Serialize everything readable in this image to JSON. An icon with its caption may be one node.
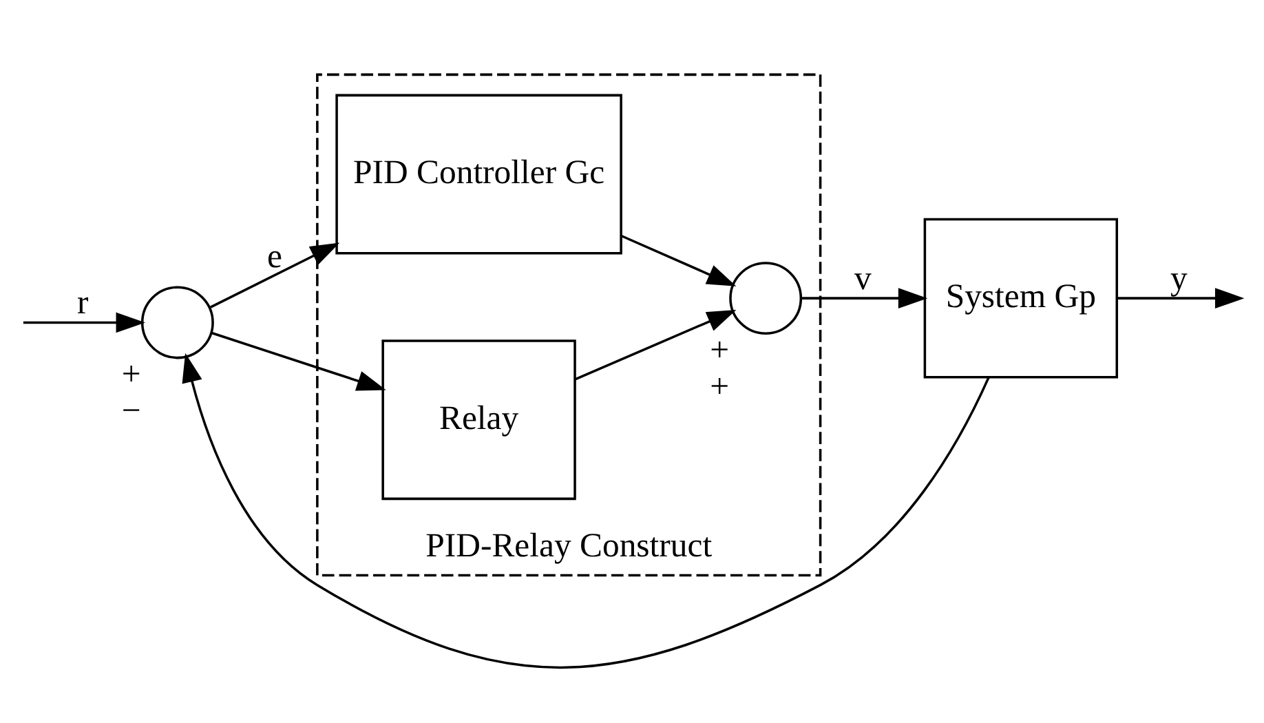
{
  "diagram": {
    "nodes": [
      {
        "text": [],
        "shape": "circle",
        "beside": [
          "+",
          "−"
        ]
      },
      {
        "text": [
          "PID-Relay Construct"
        ]
      },
      {
        "text": [
          "PID Controller Gc"
        ],
        "in": 1
      },
      {
        "text": [
          "Relay"
        ],
        "in": 1
      },
      {
        "text": [],
        "shape": "circle",
        "beside": [
          "+",
          "+"
        ],
        "in": 1
      },
      {
        "text": [
          "System Gp"
        ]
      }
    ],
    "edges": [
      {
        "from": null,
        "to": 0,
        "arrow": "to",
        "label": "r"
      },
      {
        "from": 0,
        "to": 2,
        "arrow": "to",
        "label": "e"
      },
      {
        "from": 0,
        "to": 3,
        "arrow": "to"
      },
      {
        "from": 2,
        "to": 4,
        "arrow": "to"
      },
      {
        "from": 3,
        "to": 4,
        "arrow": "to"
      },
      {
        "from": 4,
        "to": 5,
        "arrow": "to",
        "label": "v"
      },
      {
        "from": 5,
        "to": null,
        "arrow": "to",
        "label": "y"
      },
      {
        "from": 5,
        "to": 0,
        "arrow": "to"
      }
    ]
  }
}
